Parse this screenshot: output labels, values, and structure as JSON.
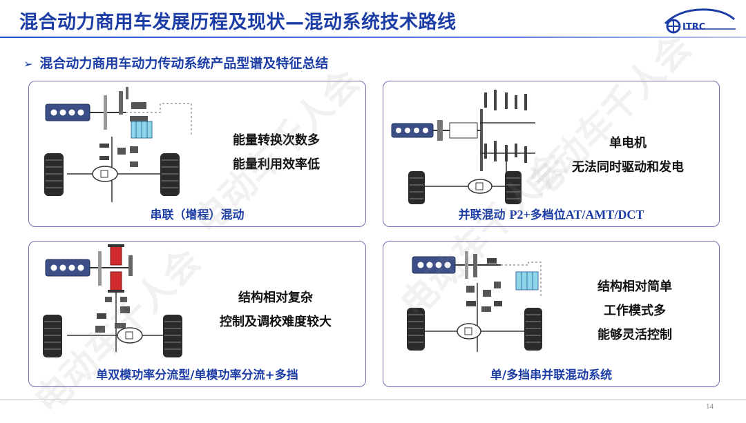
{
  "header": {
    "title": "混合动力商用车发展历程及现状—混动系统技术路线",
    "logo_text": "ITRC"
  },
  "subtitle": {
    "arrow": "➢",
    "text": "混合动力商用车动力传动系统产品型谱及特征总结"
  },
  "panels": [
    {
      "lines": [
        "能量转换次数多",
        "能量利用效率低"
      ],
      "caption": "串联（增程）混动"
    },
    {
      "lines": [
        "单电机",
        "无法同时驱动和发电"
      ],
      "caption_cn": "并联混动 ",
      "caption_latin": "P2+",
      "caption_cn2": "多档位",
      "caption_latin2": "AT/AMT/DCT"
    },
    {
      "lines": [
        "结构相对复杂",
        "控制及调校难度较大"
      ],
      "caption": "单双模功率分流型/单模功率分流+多挡"
    },
    {
      "lines": [
        "结构相对简单",
        "工作模式多",
        "能够灵活控制"
      ],
      "caption": "单/多挡串并联混动系统"
    }
  ],
  "footer": {
    "page_number": "14"
  },
  "watermark": "电动车千人会",
  "colors": {
    "accent": "#1c3da6",
    "panel_border": "#6d6fb3"
  }
}
